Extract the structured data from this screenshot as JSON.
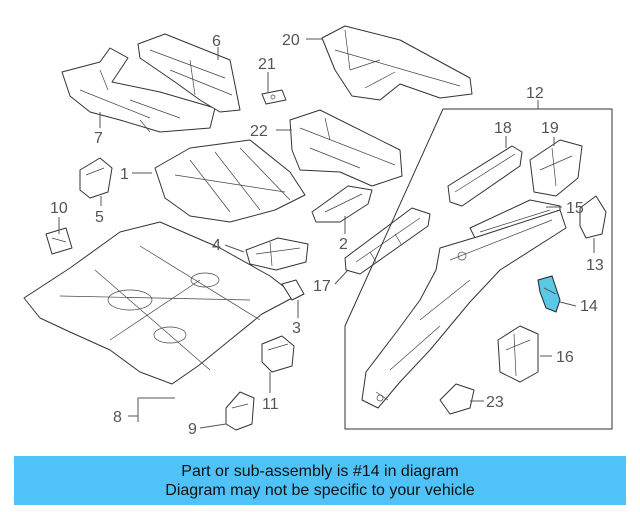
{
  "diagram": {
    "callouts": [
      "1",
      "2",
      "3",
      "4",
      "5",
      "6",
      "7",
      "8",
      "9",
      "10",
      "11",
      "12",
      "13",
      "14",
      "15",
      "16",
      "17",
      "18",
      "19",
      "20",
      "21",
      "22",
      "23"
    ],
    "highlight_color": "#5bc8e6"
  },
  "banner": {
    "line1": "Part or sub-assembly is #14 in diagram",
    "line2": "Diagram may not be specific to your vehicle",
    "background": "#4fc3f7"
  }
}
